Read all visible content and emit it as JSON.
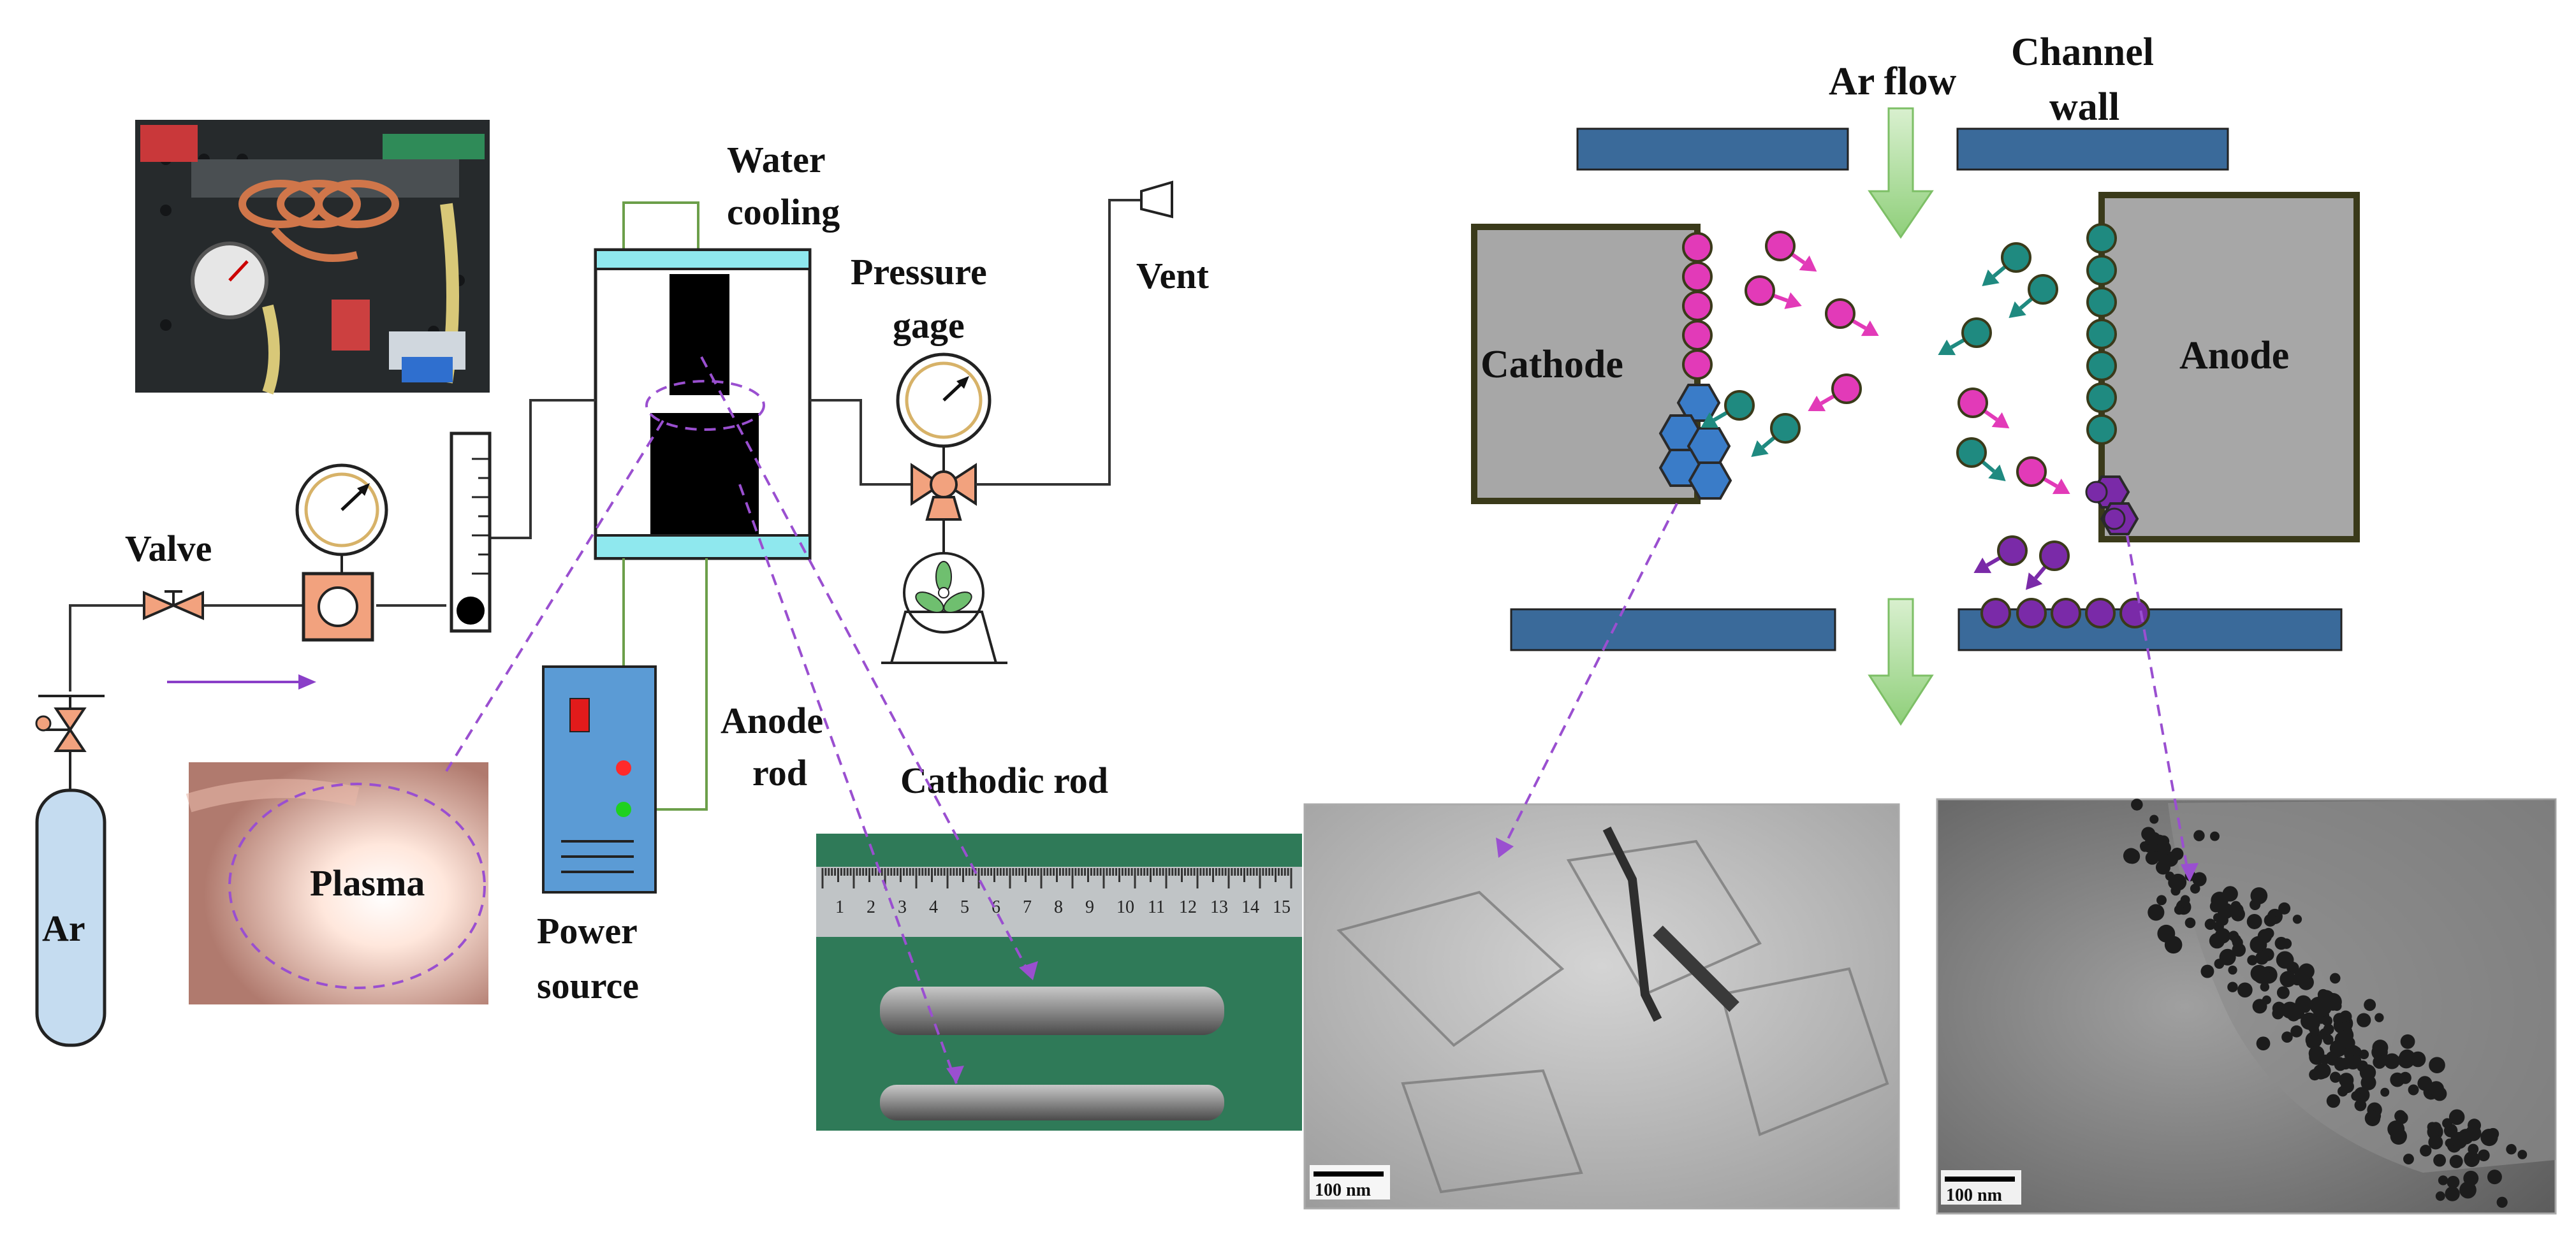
{
  "labels": {
    "valve": "Valve",
    "water_cooling_1": "Water",
    "water_cooling_2": "cooling",
    "pressure_gage_1": "Pressure",
    "pressure_gage_2": "gage",
    "vent": "Vent",
    "anode_rod_1": "Anode",
    "anode_rod_2": "rod",
    "cathodic_rod": "Cathodic rod",
    "power_source_1": "Power",
    "power_source_2": "source",
    "plasma": "Plasma",
    "ar": "Ar",
    "ar_flow": "Ar flow",
    "channel_wall_1": "Channel",
    "channel_wall_2": "wall",
    "cathode": "Cathode",
    "anode": "Anode",
    "scale_bar_left": "100 nm",
    "scale_bar_right": "100 nm"
  },
  "ruler_numbers": [
    "1",
    "2",
    "3",
    "4",
    "5",
    "6",
    "7",
    "8",
    "9",
    "10",
    "11",
    "12",
    "13",
    "14",
    "15"
  ],
  "colors": {
    "magenta": "#e23ab8",
    "teal": "#1f8a80",
    "purple": "#7a2aa8",
    "channel_blue": "#3a6a9a",
    "electrode_gray": "#a7a7a7",
    "cyl_blue": "#c5dcf0",
    "dash_purple": "#9a4fd0"
  }
}
